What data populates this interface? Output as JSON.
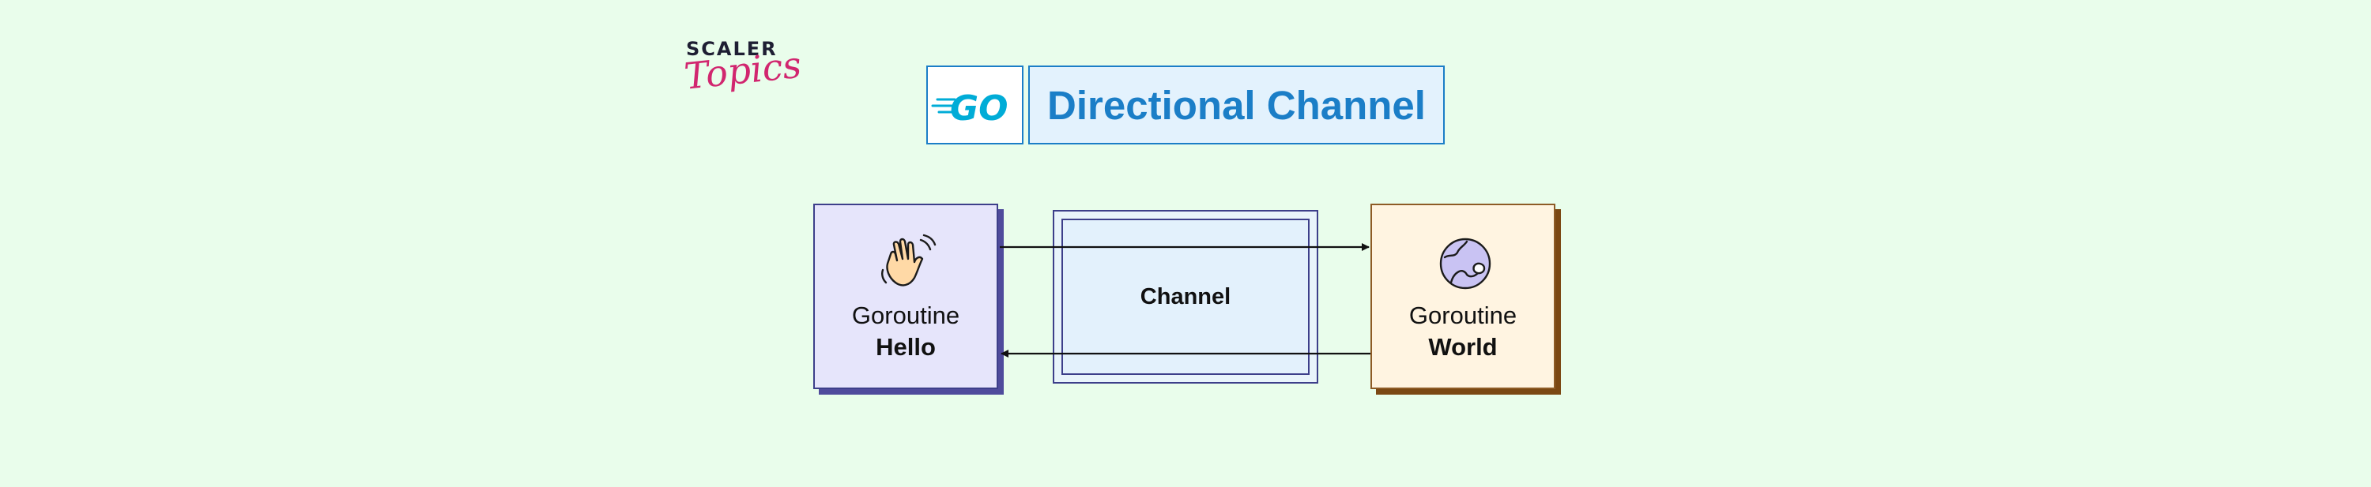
{
  "logo": {
    "line1": "SCALER",
    "line2": "Topics"
  },
  "title": {
    "go_logo_text": "GO",
    "text": "Directional Channel"
  },
  "nodes": {
    "hello": {
      "line1": "Goroutine",
      "line2": "Hello",
      "icon": "waving-hand-icon"
    },
    "world": {
      "line1": "Goroutine",
      "line2": "World",
      "icon": "globe-icon"
    }
  },
  "channel": {
    "label": "Channel"
  },
  "colors": {
    "background": "#e9fdeb",
    "title_blue": "#1b7ec7",
    "go_cyan": "#00acd7",
    "hello_fill": "#e6e5fb",
    "world_fill": "#fff4e1",
    "channel_fill": "#e3f1fc",
    "logo_pink": "#d1266f"
  }
}
